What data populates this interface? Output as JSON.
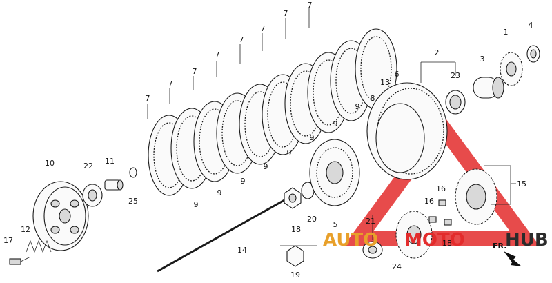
{
  "watermark": {
    "text_left": "AUTO",
    "text_mid": "MOTO",
    "text_right": "HUB",
    "color_orange": "#e8a02a",
    "color_red": "#e32b2b",
    "color_dark": "#2b2b2b"
  },
  "direction_label": "FR.",
  "callouts": {
    "c1": "1",
    "c2": "2",
    "c3": "3",
    "c4": "4",
    "c5": "5",
    "c6": "6",
    "c7": "7",
    "c8": "8",
    "c9": "9",
    "c10": "10",
    "c11": "11",
    "c12": "12",
    "c13": "13",
    "c14": "14",
    "c15": "15",
    "c16": "16",
    "c17": "17",
    "c18": "18",
    "c19": "19",
    "c20": "20",
    "c21": "21",
    "c22": "22",
    "c23": "23",
    "c24": "24",
    "c25": "25"
  },
  "icons": {
    "arrow": "front-direction-arrow-icon",
    "warning": "warning-triangle-icon"
  }
}
